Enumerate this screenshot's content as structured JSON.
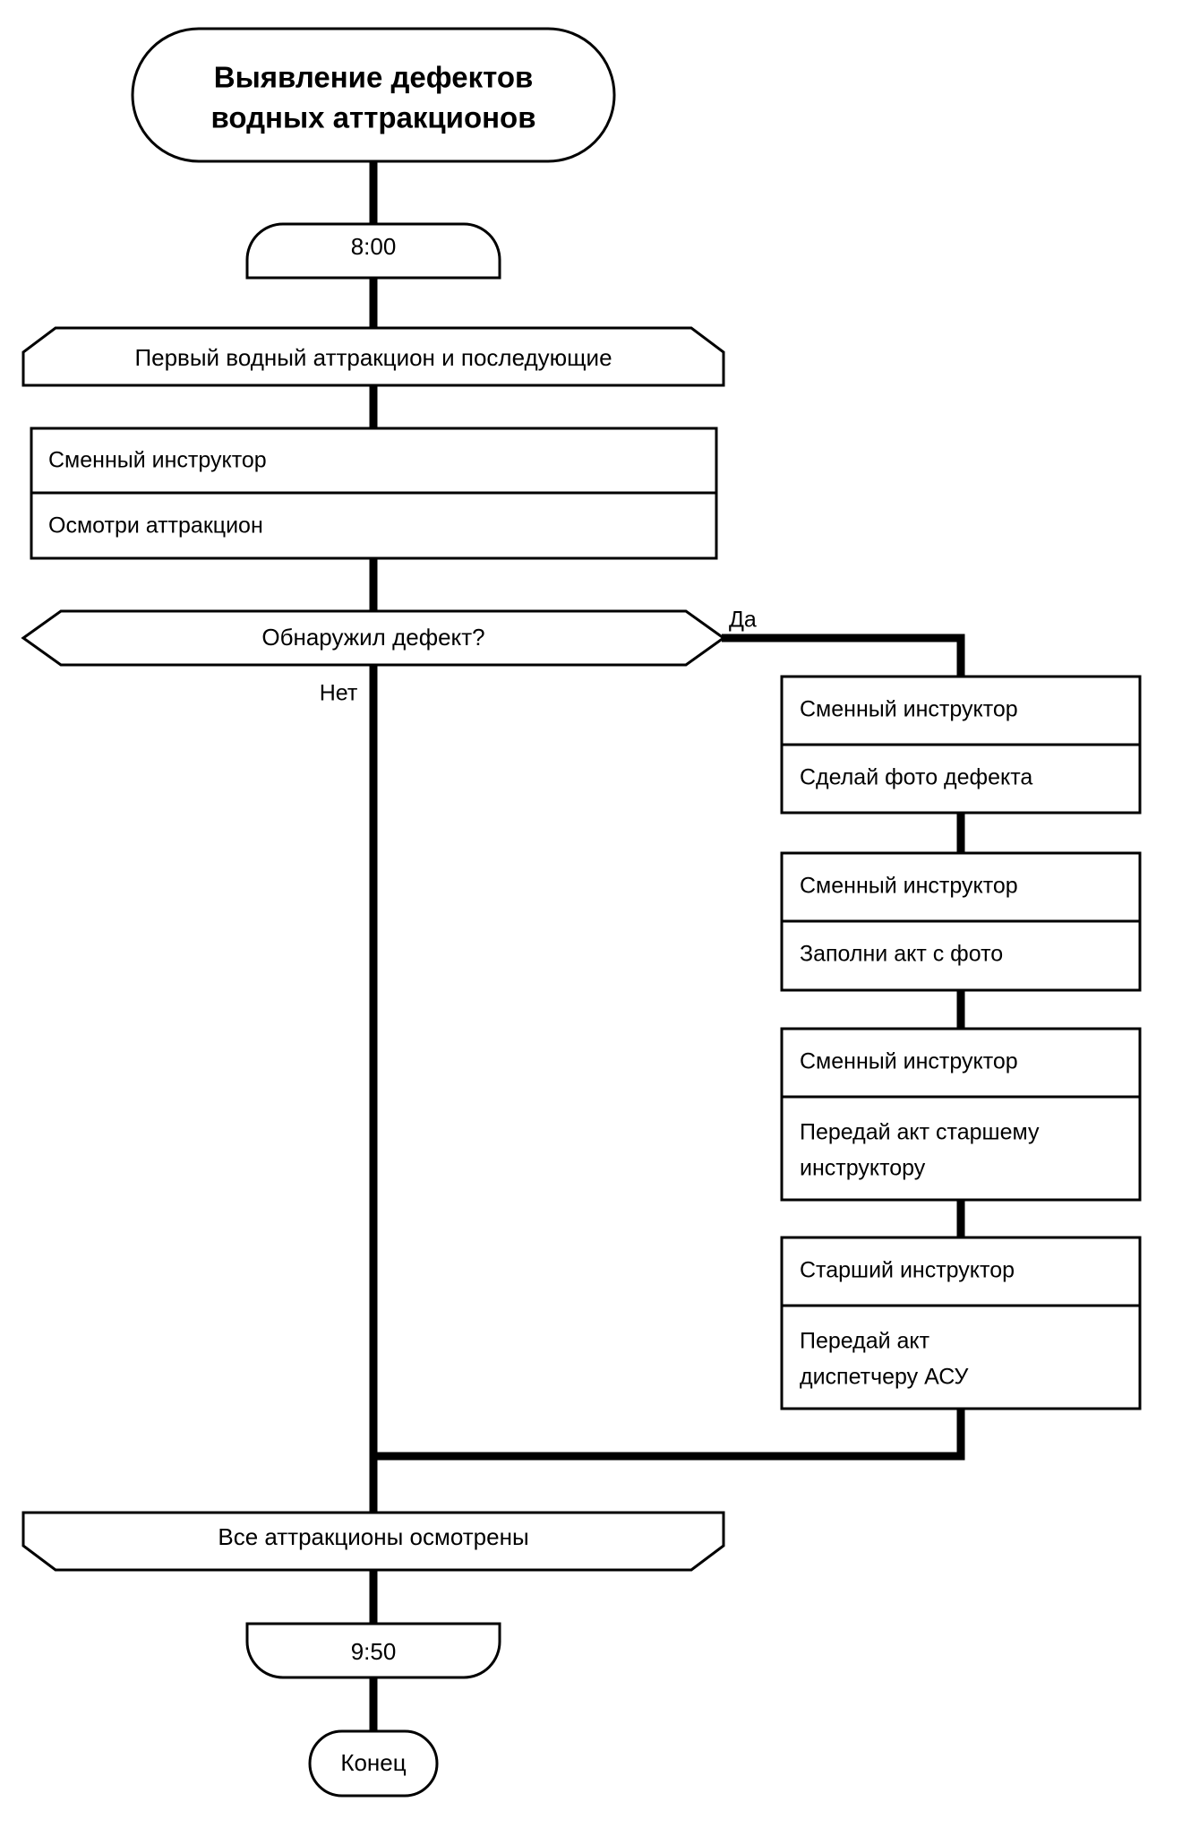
{
  "diagram": {
    "title": "Выявление дефектов водных аттракционов",
    "type": "flowchart",
    "orientation": "top-to-bottom",
    "colors": {
      "background": "#ffffff",
      "stroke": "#000000",
      "fill": "#ffffff",
      "text": "#000000"
    }
  },
  "nodes": {
    "start": {
      "shape": "rounded-terminator",
      "line1": "Выявление дефектов",
      "line2": "водных аттракционов"
    },
    "start_time": {
      "shape": "time-top-rounded",
      "label": "8:00"
    },
    "first_attraction": {
      "shape": "banner-top-angled",
      "label": "Первый водный аттракцион и последующие"
    },
    "inspect": {
      "shape": "two-row-box",
      "role": "Сменный инструктор",
      "action": "Осмотри аттракцион"
    },
    "decision": {
      "shape": "hexagon",
      "label": "Обнаружил дефект?",
      "branch_yes": "Да",
      "branch_no": "Нет"
    },
    "photo": {
      "shape": "two-row-box",
      "role": "Сменный инструктор",
      "action": "Сделай фото дефекта"
    },
    "act": {
      "shape": "two-row-box",
      "role": "Сменный инструктор",
      "action": "Заполни акт с фото"
    },
    "handover_senior": {
      "shape": "two-row-box",
      "role": "Сменный инструктор",
      "action_line1": "Передай акт старшему",
      "action_line2": "инструктору"
    },
    "handover_asu": {
      "shape": "two-row-box",
      "role": "Старший инструктор",
      "action_line1": "Передай акт",
      "action_line2": "диспетчеру АСУ"
    },
    "all_inspected": {
      "shape": "banner-bottom-angled",
      "label": "Все аттракционы осмотрены"
    },
    "end_time": {
      "shape": "time-bottom-rounded",
      "label": "9:50"
    },
    "end": {
      "shape": "pill-terminator",
      "label": "Конец"
    }
  }
}
